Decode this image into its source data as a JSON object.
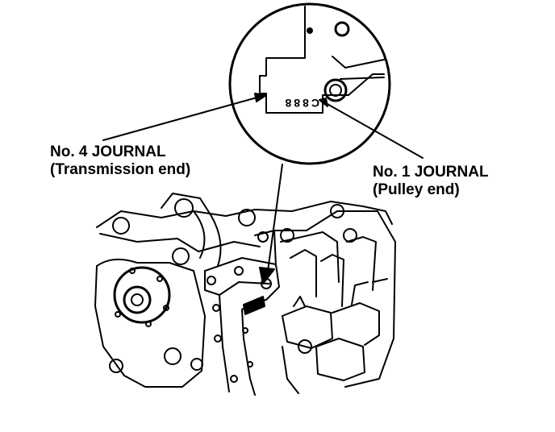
{
  "labels": {
    "no4": {
      "line1": "No. 4 JOURNAL",
      "line2": "(Transmission end)"
    },
    "no1": {
      "line1": "No. 1 JOURNAL",
      "line2": "(Pulley end)"
    }
  },
  "stamp_code": "C888",
  "colors": {
    "ink": "#000000",
    "paper": "#ffffff"
  }
}
